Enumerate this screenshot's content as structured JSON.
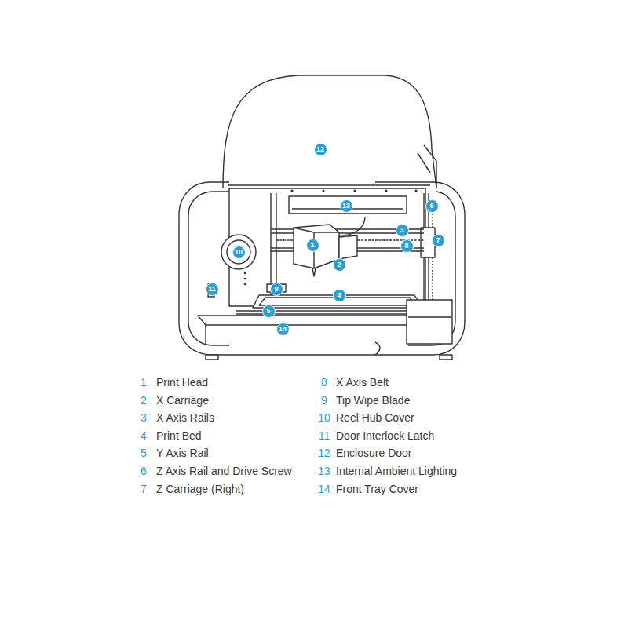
{
  "diagram": {
    "labels": [
      "12",
      "13",
      "6",
      "3",
      "7",
      "1",
      "10",
      "8",
      "2",
      "9",
      "11",
      "4",
      "5",
      "14",
      "1",
      "Print Head",
      "2",
      "X Carriage",
      "3",
      "X Axis Rails",
      "4",
      "Print Bed",
      "5",
      "Y Axis Rail",
      "6",
      "Z Axis Rail and Drive Screw",
      "7",
      "Z Carriage (Right)",
      "8",
      "X Axis Belt",
      "9",
      "Tip Wipe Blade",
      "10",
      "Reel Hub Cover",
      "11",
      "Door Interlock Latch",
      "12",
      "Enclosure Door",
      "13",
      "Internal Ambient Lighting",
      "14",
      "Front Tray Cover"
    ]
  }
}
